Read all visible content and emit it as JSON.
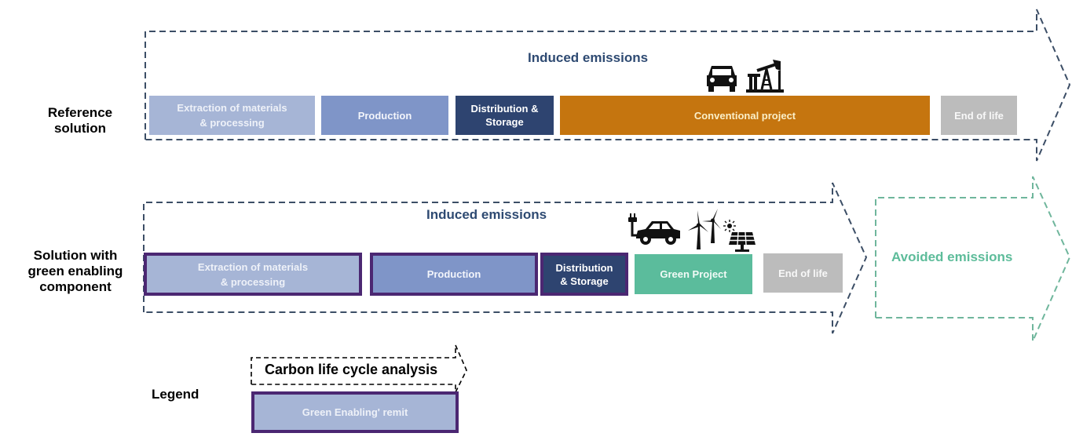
{
  "rows": {
    "reference": {
      "label_line1": "Reference",
      "label_line2": "solution",
      "section_title": "Induced emissions",
      "stages": [
        {
          "label_line1": "Extraction of materials",
          "label_line2": "& processing"
        },
        {
          "label_line1": "Production",
          "label_line2": ""
        },
        {
          "label_line1": "Distribution &",
          "label_line2": "Storage"
        },
        {
          "label_line1": "Conventional project",
          "label_line2": ""
        },
        {
          "label_line1": "End of life",
          "label_line2": ""
        }
      ],
      "icons": [
        "car-icon",
        "oil-pump-icon"
      ]
    },
    "green": {
      "label_line1": "Solution with",
      "label_line2": "green enabling",
      "label_line3": "component",
      "section_title": "Induced emissions",
      "avoided_title": "Avoided emissions",
      "stages": [
        {
          "label_line1": "Extraction of materials",
          "label_line2": "& processing",
          "remit": true
        },
        {
          "label_line1": "Production",
          "label_line2": "",
          "remit": true
        },
        {
          "label_line1": "Distribution",
          "label_line2": "& Storage",
          "remit": true
        },
        {
          "label_line1": "Green Project",
          "label_line2": "",
          "remit": false
        },
        {
          "label_line1": "End of life",
          "label_line2": "",
          "remit": false
        }
      ],
      "icons": [
        "electric-car-icon",
        "wind-turbine-icon",
        "solar-panel-icon"
      ]
    }
  },
  "legend": {
    "title": "Legend",
    "lca_label": "Carbon life cycle analysis",
    "remit_label": "Green Enabling' remit"
  },
  "colors": {
    "extraction": "#a6b5d6",
    "production": "#7f95c8",
    "distribution": "#2e4470",
    "conventional": "#c5750f",
    "end_of_life": "#bcbcbc",
    "green_project": "#5bbc9c",
    "remit_border": "#4b2772",
    "induced_title": "#2e4a72",
    "avoided_title": "#5dbc9a"
  }
}
